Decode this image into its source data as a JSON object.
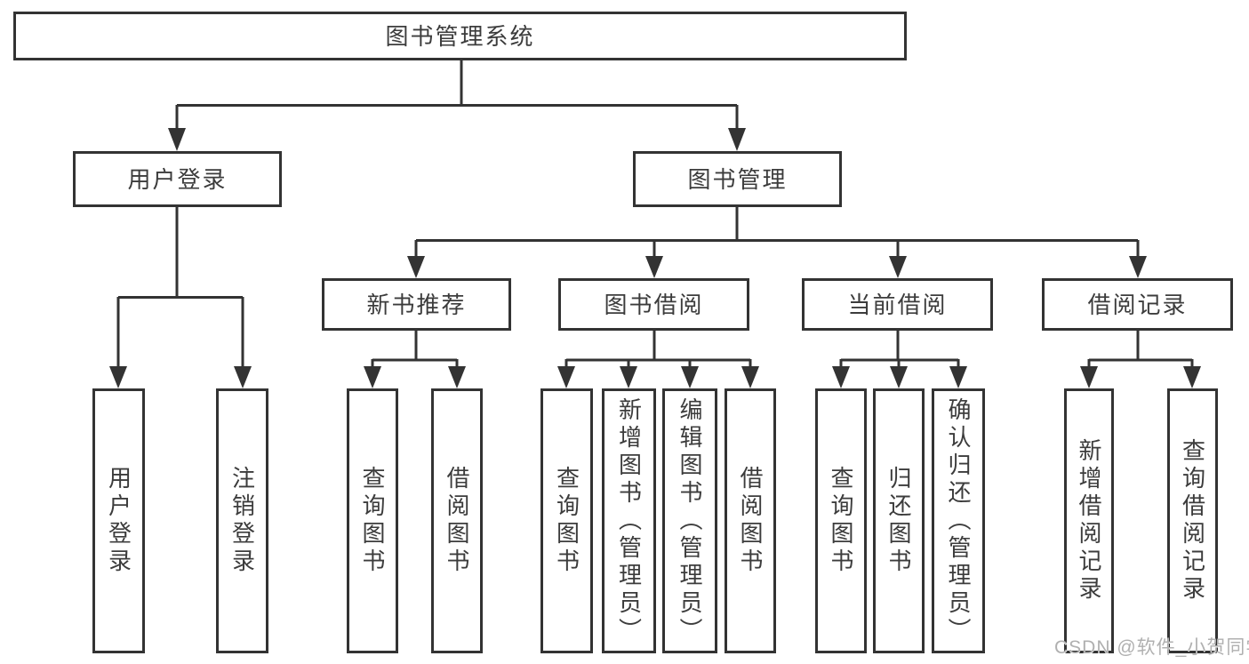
{
  "colors": {
    "background": "#ffffff",
    "line": "#333333",
    "box_border": "#333333",
    "box_background": "#ffffff",
    "text": "#3c3c3c",
    "watermark_text": "#b0b0b0"
  },
  "tree": {
    "root": {
      "label": "图书管理系统"
    },
    "level2": [
      {
        "label": "用户登录"
      },
      {
        "label": "图书管理"
      }
    ],
    "level3": [
      {
        "label": "新书推荐"
      },
      {
        "label": "图书借阅"
      },
      {
        "label": "当前借阅"
      },
      {
        "label": "借阅记录"
      }
    ],
    "leaves": {
      "user_login": [
        "用户登录",
        "注销登录"
      ],
      "new_book": [
        "查询图书",
        "借阅图书"
      ],
      "book_borrow": [
        "查询图书",
        "新增图书（管理员）",
        "编辑图书（管理员）",
        "借阅图书"
      ],
      "current_borrow": [
        "查询图书",
        "归还图书",
        "确认归还（管理员）"
      ],
      "borrow_records": [
        "新增借阅记录",
        "查询借阅记录"
      ]
    }
  },
  "watermark": "CSDN @软件_小贺同学"
}
